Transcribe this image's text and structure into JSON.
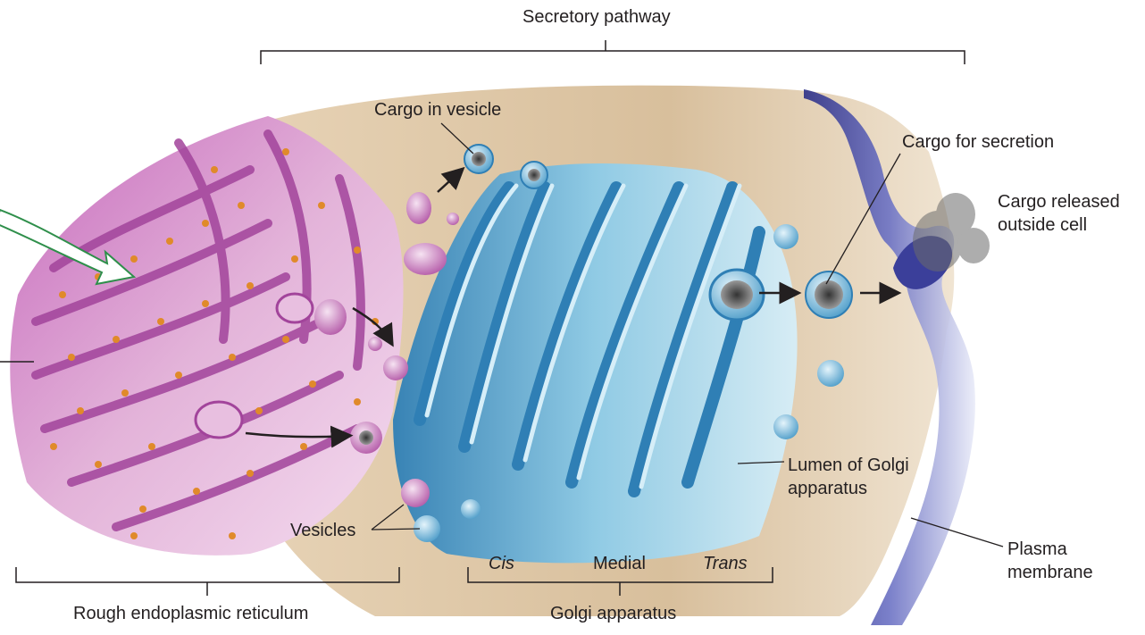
{
  "labels": {
    "secretory_pathway": "Secretory pathway",
    "cargo_in_vesicle": "Cargo in vesicle",
    "cargo_for_secretion": "Cargo for secretion",
    "cargo_released_line1": "Cargo released",
    "cargo_released_line2": "outside cell",
    "lumen_line1": "Lumen of Golgi",
    "lumen_line2": "apparatus",
    "vesicles": "Vesicles",
    "cis": "Cis",
    "medial": "Medial",
    "trans": "Trans",
    "plasma_line1": "Plasma",
    "plasma_line2": "membrane",
    "rough_er": "Rough endoplasmic reticulum",
    "golgi": "Golgi apparatus"
  },
  "colors": {
    "er": "#a2449b",
    "er_light": "#e8bfe0",
    "ribosome": "#e08a2a",
    "golgi": "#3f93c4",
    "golgi_light": "#bfe3f3",
    "cytoplasm": "#dcc5a3",
    "membrane": "#3b3f9a",
    "highlight_arrow": "#2f8f4b"
  }
}
